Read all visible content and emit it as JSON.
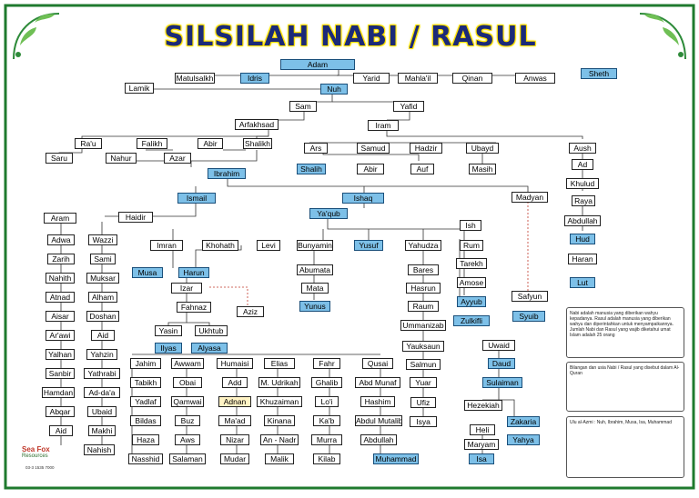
{
  "title": "SILSILAH NABI / RASUL",
  "colors": {
    "prophet": "#7dc0e8",
    "highlight": "#fff3c4",
    "border": "#1f7a2e",
    "title": "#1b2a78"
  },
  "nodes": {
    "adam": "Adam",
    "idris": "Idris",
    "matulsalkh": "Matulsalkh",
    "lamik": "Lamik",
    "nuh": "Nuh",
    "yarid": "Yarid",
    "mahlail": "Mahla'il",
    "qinan": "Qinan",
    "anwas": "Anwas",
    "sheth": "Sheth",
    "sam": "Sam",
    "yafid": "Yafid",
    "arfakhsad": "Arfakhsad",
    "iram": "Iram",
    "rau": "Ra'u",
    "falikh": "Falikh",
    "abir1": "Abir",
    "shalikh": "Shalikh",
    "saru": "Saru",
    "nahur": "Nahur",
    "azar": "Azar",
    "ibrahim": "Ibrahim",
    "ars": "Ars",
    "samud": "Samud",
    "hadzir": "Hadzir",
    "ubayd": "Ubayd",
    "shalih": "Shalih",
    "abir2": "Abir",
    "auf": "Auf",
    "masih": "Masih",
    "aush": "Aush",
    "ad": "Ad",
    "khulud": "Khulud",
    "raya": "Raya",
    "abdullah1": "Abdullah",
    "hud": "Hud",
    "haran": "Haran",
    "lut": "Lut",
    "ismail": "Ismail",
    "ishaq": "Ishaq",
    "madyan": "Madyan",
    "yaqub": "Ya'qub",
    "aram": "Aram",
    "haidir": "Haidir",
    "adwa": "Adwa",
    "wazzi": "Wazzi",
    "zarih": "Zarih",
    "sami": "Sami",
    "nahith": "Nahith",
    "muksar": "Muksar",
    "atnad": "Atnad",
    "alham": "Alham",
    "aisar": "Aisar",
    "doshan": "Doshan",
    "arawi": "Ar'awi",
    "aid": "Aid",
    "yalhan": "Yalhan",
    "yahzin": "Yahzin",
    "sanbir": "Sanbir",
    "yathrabi": "Yathrabi",
    "hamdan": "Hamdan",
    "addaa": "Ad-da'a",
    "abqar": "Abqar",
    "ubaid": "Ubaid",
    "aid2": "Aid",
    "makhi": "Makhi",
    "nahish": "Nahish",
    "imran": "Imran",
    "khohath": "Khohath",
    "levi": "Levi",
    "musa": "Musa",
    "harun": "Harun",
    "izar": "Izar",
    "fahnaz": "Fahnaz",
    "aziz": "Aziz",
    "yasin": "Yasin",
    "ukhtub": "Ukhtub",
    "ilyas": "Ilyas",
    "alyasa": "Alyasa",
    "bunyamin": "Bunyamin",
    "yusuf": "Yusuf",
    "abumata": "Abumata",
    "mata": "Mata",
    "yunus": "Yunus",
    "yahudza": "Yahudza",
    "bares": "Bares",
    "hasrun": "Hasrun",
    "raum": "Raum",
    "ummanizab": "Ummanizab",
    "yauksaun": "Yauksaun",
    "salmun": "Salmun",
    "yuar": "Yuar",
    "ufiz": "Ufiz",
    "isya": "Isya",
    "ish": "Ish",
    "rum": "Rum",
    "tarekh": "Tarekh",
    "amose": "Amose",
    "ayyub": "Ayyub",
    "zulkifli": "Zulkifli",
    "safyun": "Safyun",
    "syuib": "Syuib",
    "uwaid": "Uwaid",
    "daud": "Daud",
    "sulaiman": "Sulaiman",
    "hezekiah": "Hezekiah",
    "zakaria": "Zakaria",
    "heli": "Heli",
    "yahya": "Yahya",
    "maryam": "Maryam",
    "isa": "Isa",
    "jahim": "Jahim",
    "tabikh": "Tabikh",
    "yadlaf": "Yadlaf",
    "bildas": "Bildas",
    "haza": "Haza",
    "nasshid": "Nasshid",
    "awwam": "Awwam",
    "obai": "Obai",
    "qamwai": "Qamwai",
    "buz": "Buz",
    "aws": "Aws",
    "salaman": "Salaman",
    "humaisi": "Humaisi",
    "add": "Add",
    "adnan": "Adnan",
    "maad": "Ma'ad",
    "nizar": "Nizar",
    "mudar": "Mudar",
    "elias": "Elias",
    "mudrikah": "M. Udrikah",
    "khuzaiman": "Khuzaiman",
    "kinana": "Kinana",
    "annadr": "An - Nadr",
    "malik": "Malik",
    "fahr": "Fahr",
    "ghalib": "Ghalib",
    "loi": "Lo'i",
    "kab": "Ka'b",
    "murra": "Murra",
    "kilab": "Kilab",
    "qusai": "Qusai",
    "abdmunaf": "Abd Munaf",
    "hashim": "Hashim",
    "abdmutalib": "Abdul Mutalib",
    "abdullah2": "Abdullah",
    "muhammad": "Muhammad"
  },
  "notes": {
    "n1": "Nabi adalah manusia yang diberikan wahyu kepadanya. Rasul adalah manusia yang diberikan wahyu dan diperintahkan untuk menyampaikannya. Jumlah Nabi dan Rasul yang wajib diketahui umat Islam adalah 25 orang",
    "n2": "Bilangan dan usia Nabi / Rasul yang disebut dalam Al-Quran",
    "n3": "Ulu al-Azmi : Nuh, Ibrahim, Musa, Isa, Muhammad"
  },
  "logo": {
    "brand": "Sea Fox",
    "sub": "Resources",
    "phone": "03-3 1535 7000"
  }
}
